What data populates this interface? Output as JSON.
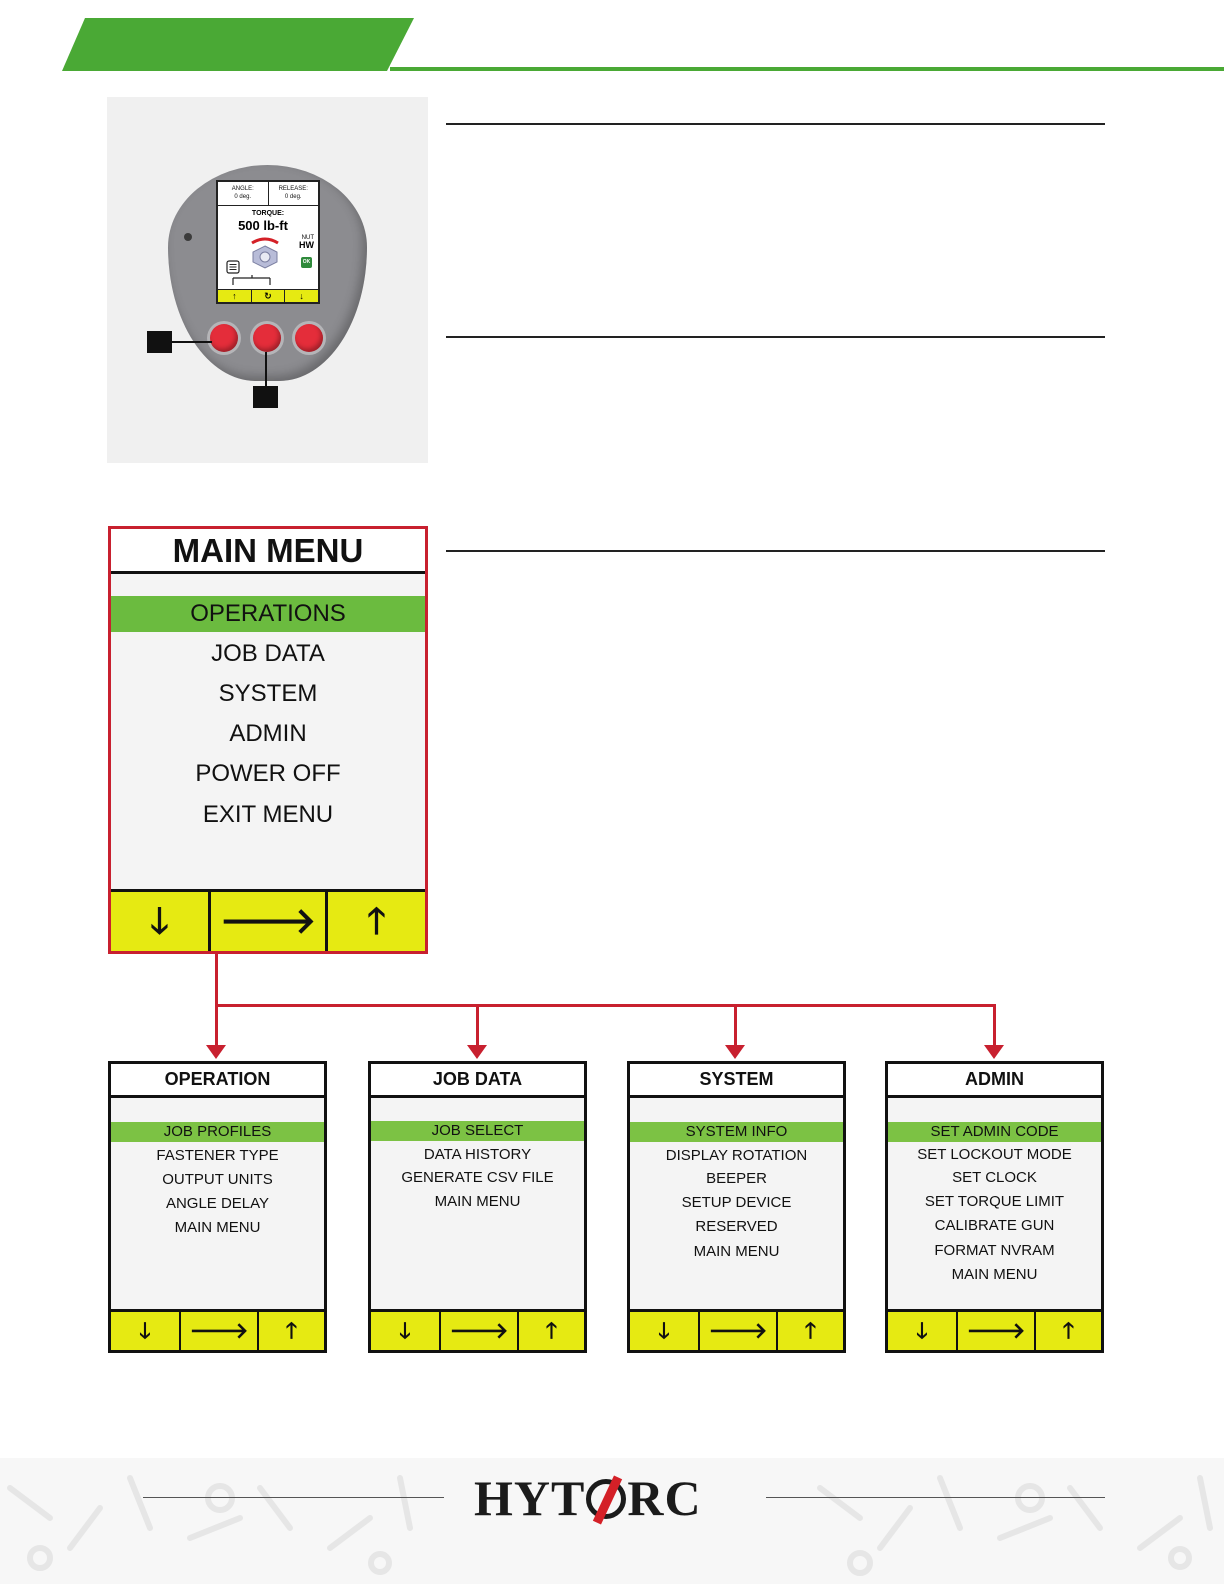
{
  "device_screen": {
    "angle_label": "ANGLE:",
    "angle_value": "0 deg.",
    "release_label": "RELEASE:",
    "release_value": "0 deg.",
    "torque_label": "TORQUE:",
    "torque_value": "500 lb-ft",
    "nut_label": "NUT",
    "nut_value": "HW",
    "ok_badge": "OK",
    "buttons": [
      "↑",
      "↻",
      "↓"
    ]
  },
  "main_menu": {
    "title": "MAIN MENU",
    "items": [
      "OPERATIONS",
      "JOB DATA",
      "SYSTEM",
      "ADMIN",
      "POWER OFF",
      "EXIT MENU"
    ],
    "selected_index": 0,
    "buttons": [
      "🡓",
      "🡒",
      "🡑"
    ]
  },
  "submenus": [
    {
      "title": "OPERATION",
      "items": [
        "JOB PROFILES",
        "FASTENER TYPE",
        "OUTPUT UNITS",
        "ANGLE DELAY",
        "MAIN MENU"
      ]
    },
    {
      "title": "JOB DATA",
      "items": [
        "JOB SELECT",
        "DATA HISTORY",
        "GENERATE CSV FILE",
        "MAIN MENU"
      ]
    },
    {
      "title": "SYSTEM",
      "items": [
        "SYSTEM INFO",
        "DISPLAY ROTATION",
        "BEEPER",
        "SETUP DEVICE",
        "RESERVED",
        "MAIN MENU"
      ]
    },
    {
      "title": "ADMIN",
      "items": [
        "SET ADMIN CODE",
        "SET LOCKOUT MODE",
        "SET CLOCK",
        "SET TORQUE LIMIT",
        "CALIBRATE GUN",
        "FORMAT NVRAM",
        "MAIN MENU"
      ]
    }
  ],
  "submenu_buttons": [
    "🡓",
    "🡒",
    "🡑"
  ],
  "footer": {
    "logo_left": "HYT",
    "logo_right": "RC"
  },
  "colors": {
    "brand_green": "#4aa935",
    "highlight_green": "#6bbb3f",
    "button_yellow": "#e6ea12",
    "accent_red": "#c8202f"
  }
}
